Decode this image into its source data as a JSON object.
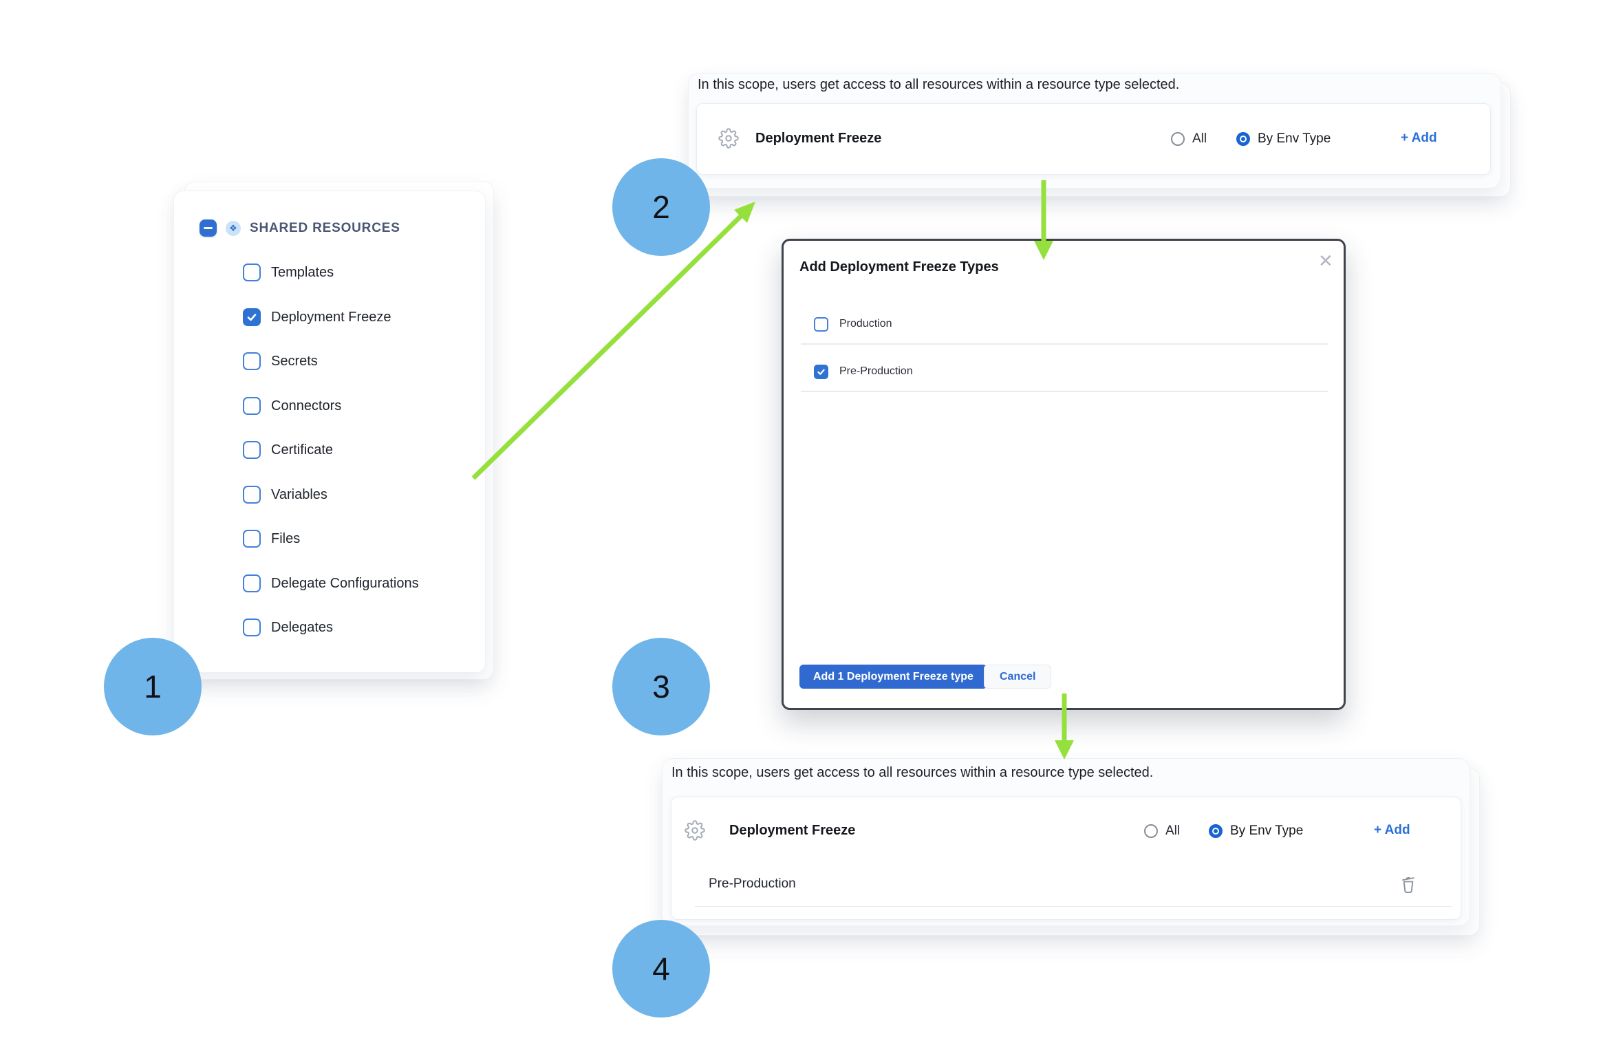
{
  "colors": {
    "accent_blue": "#2e72d2",
    "link_blue": "#2b6fdb",
    "arrow_green": "#95e03c",
    "step_circle_blue": "#6fb5e9",
    "modal_border": "#3e434d"
  },
  "icons": {
    "shared_resources_glyph": "❖",
    "close_glyph": "✕"
  },
  "steps": [
    "1",
    "2",
    "3",
    "4"
  ],
  "shared_resources_panel": {
    "title": "SHARED RESOURCES",
    "items": [
      {
        "label": "Templates",
        "checked": false
      },
      {
        "label": "Deployment Freeze",
        "checked": true
      },
      {
        "label": "Secrets",
        "checked": false
      },
      {
        "label": "Connectors",
        "checked": false
      },
      {
        "label": "Certificate",
        "checked": false
      },
      {
        "label": "Variables",
        "checked": false
      },
      {
        "label": "Files",
        "checked": false
      },
      {
        "label": "Delegate Configurations",
        "checked": false
      },
      {
        "label": "Delegates",
        "checked": false
      }
    ]
  },
  "scope_panel_top": {
    "description": "In this scope, users get access to all resources within a resource type selected.",
    "resource_label": "Deployment Freeze",
    "radio_all": "All",
    "radio_by_env": "By Env Type",
    "selected_radio": "By Env Type",
    "add_link": "+ Add"
  },
  "modal": {
    "title": "Add Deployment Freeze Types",
    "rows": [
      {
        "label": "Production",
        "checked": false
      },
      {
        "label": "Pre-Production",
        "checked": true
      }
    ],
    "primary_button": "Add 1 Deployment Freeze type",
    "cancel_button": "Cancel"
  },
  "scope_panel_bottom": {
    "description": "In this scope, users get access to all resources within a resource type selected.",
    "resource_label": "Deployment Freeze",
    "radio_all": "All",
    "radio_by_env": "By Env Type",
    "selected_radio": "By Env Type",
    "add_link": "+ Add",
    "env_type_row": "Pre-Production"
  }
}
